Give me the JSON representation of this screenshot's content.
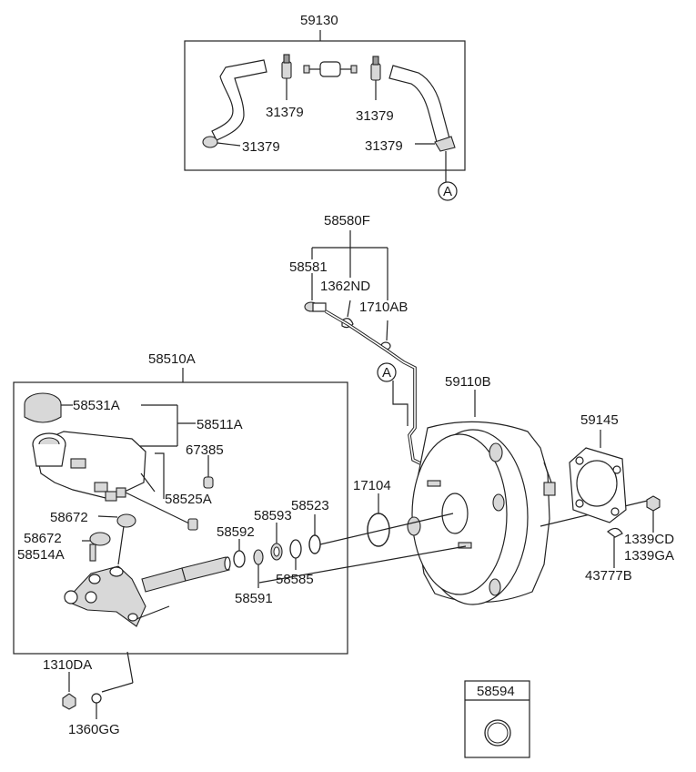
{
  "labels": {
    "p59130": "59130",
    "p31379_a": "31379",
    "p31379_b": "31379",
    "p31379_c": "31379",
    "p31379_d": "31379",
    "callout_a_top": "A",
    "p58580F": "58580F",
    "p58581": "58581",
    "p1362ND": "1362ND",
    "p1710AB": "1710AB",
    "callout_a_mid": "A",
    "p58510A": "58510A",
    "p59110B": "59110B",
    "p59145": "59145",
    "p58531A": "58531A",
    "p58511A": "58511A",
    "p67385": "67385",
    "p58525A": "58525A",
    "p58672_a": "58672",
    "p58672_b": "58672",
    "p58514A": "58514A",
    "p58592": "58592",
    "p58593": "58593",
    "p58523": "58523",
    "p17104": "17104",
    "p58591": "58591",
    "p58585": "58585",
    "p1339CD": "1339CD",
    "p1339GA": "1339GA",
    "p43777B": "43777B",
    "p1310DA": "1310DA",
    "p1360GG": "1360GG",
    "p58594": "58594"
  }
}
